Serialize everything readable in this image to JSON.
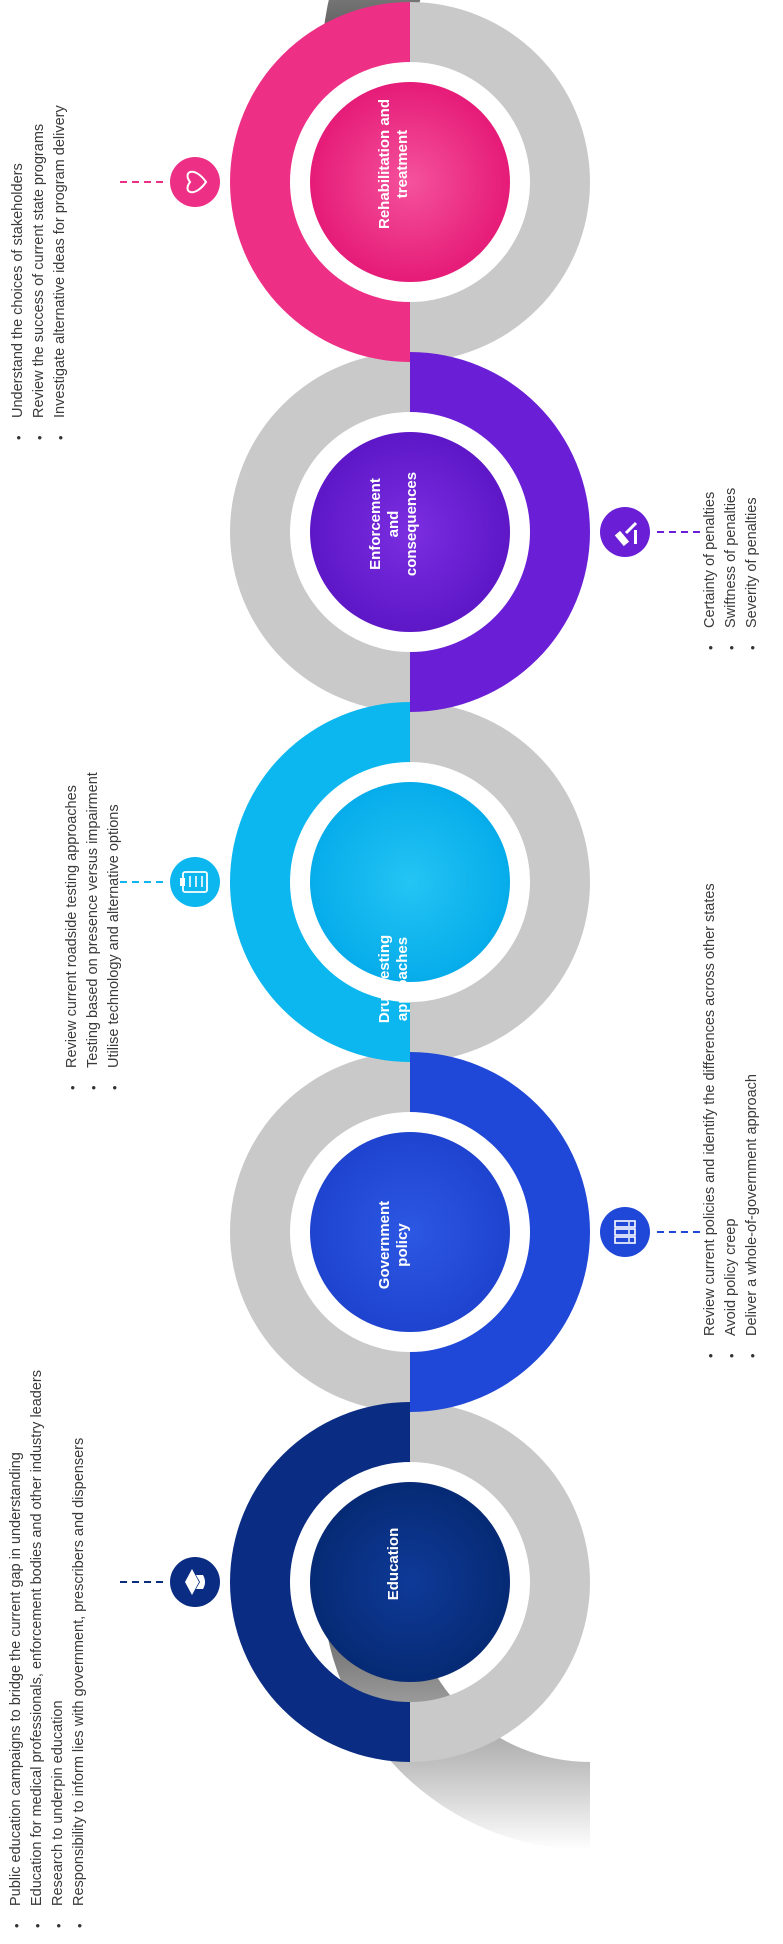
{
  "stages": [
    {
      "id": "education",
      "label": "Education",
      "color": "#0a2d83",
      "icon": "graduation-cap-icon",
      "bullets": [
        "Public education campaigns to bridge the current gap in understanding",
        "Education for medical professionals, enforcement bodies and other industry leaders",
        "Research to underpin education",
        "Responsibility to inform lies with government, prescribers and dispensers"
      ]
    },
    {
      "id": "government-policy",
      "label": "Government policy",
      "color": "#1f47d8",
      "icon": "document-stack-icon",
      "bullets": [
        "Review current policies and identify the differences across other states",
        "Avoid policy creep",
        "Deliver a whole-of-government approach"
      ]
    },
    {
      "id": "drug-testing",
      "label": "Drug testing approaches",
      "color": "#0bb7ee",
      "icon": "clipboard-checklist-icon",
      "bullets": [
        "Review current roadside testing approaches",
        "Testing based on presence versus impairment",
        "Utilise technology and alternative options"
      ]
    },
    {
      "id": "enforcement",
      "label": "Enforcement and consequences",
      "color": "#6a1fd6",
      "icon": "gavel-icon",
      "bullets": [
        "Certainty of penalties",
        "Swiftness of penalties",
        "Severity of penalties"
      ]
    },
    {
      "id": "rehabilitation",
      "label": "Rehabilitation and treatment",
      "color": "#ee2f86",
      "icon": "heart-icon",
      "bullets": [
        "Understand the choices of stakeholders",
        "Review the success of current state programs",
        "Investigate  alternative ideas for program delivery"
      ]
    }
  ],
  "colors": {
    "ring_gray": "#c9c9c9",
    "ring_gray_dark": "#8c8c8c",
    "bullet_text": "#3a3a3a"
  }
}
